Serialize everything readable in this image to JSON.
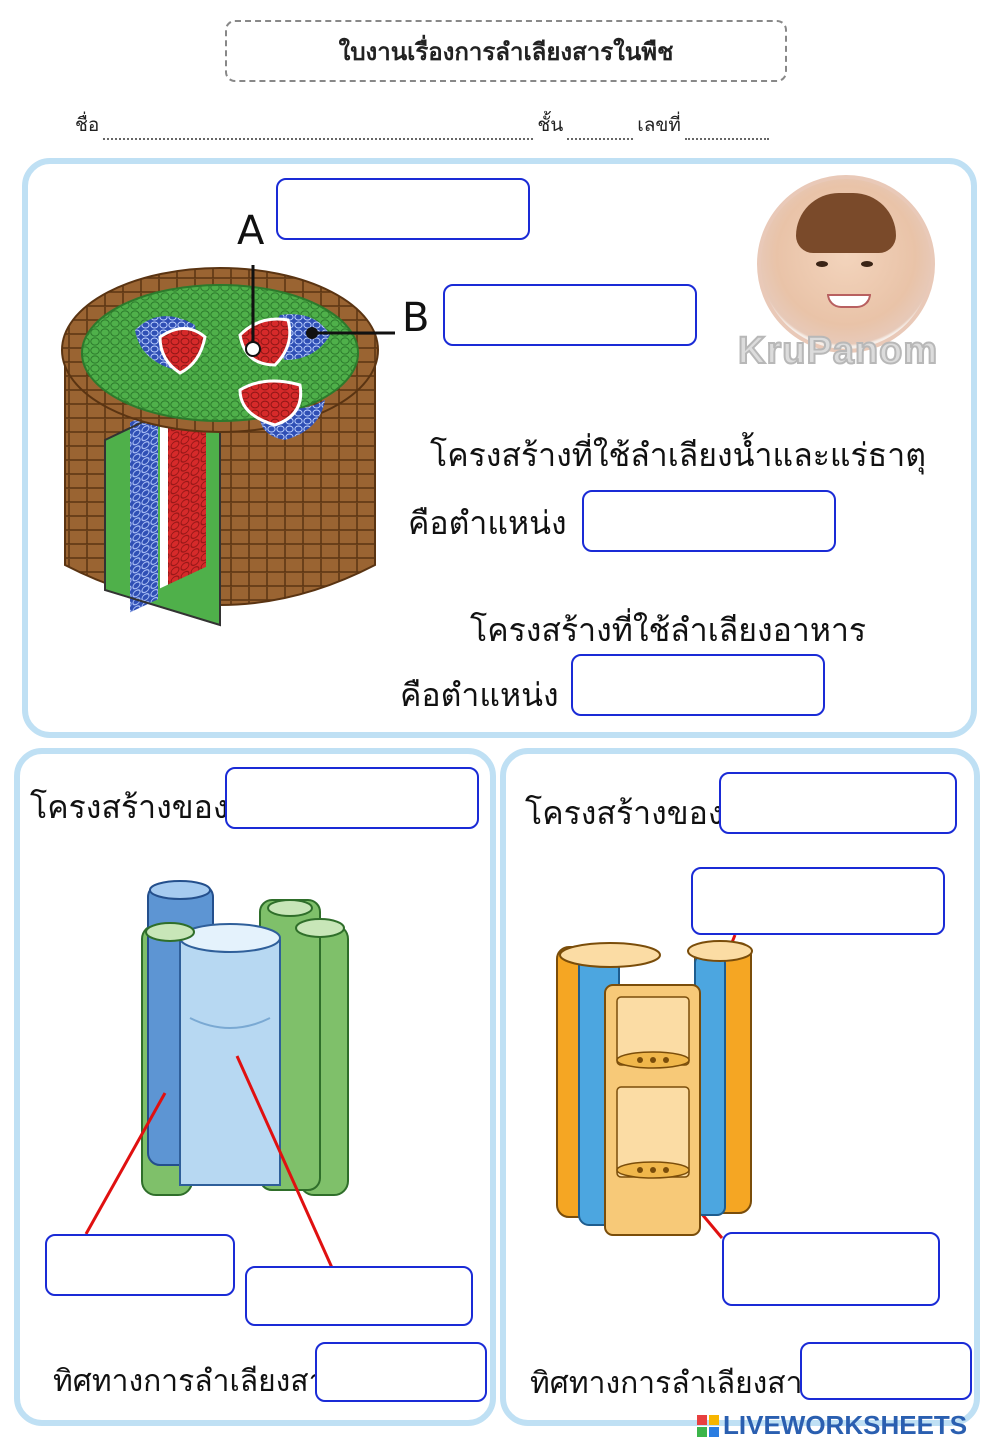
{
  "header": {
    "title": "ใบงานเรื่องการลำเลียงสารในพืช",
    "name_label": "ชื่อ",
    "class_label": "ชั้น",
    "number_label": "เลขที่"
  },
  "stem_panel": {
    "label_a": "A",
    "label_b": "B",
    "water_question_line1": "โครงสร้างที่ใช้ลำเลียงน้ำและแร่ธาตุ",
    "water_question_line2": "คือตำแหน่ง",
    "food_question_line1": "โครงสร้างที่ใช้ลำเลียงอาหาร",
    "food_question_line2": "คือตำแหน่ง",
    "logo_text": "KruPanom"
  },
  "xylem_panel": {
    "structure_label": "โครงสร้างของ",
    "direction_label": "ทิศทางการลำเลียงสาร"
  },
  "phloem_panel": {
    "structure_label": "โครงสร้างของ",
    "direction_label": "ทิศทางการลำเลียงสาร"
  },
  "footer": {
    "brand": "LIVEWORKSHEETS"
  },
  "colors": {
    "panel_border": "#bfe0f4",
    "answer_box_border": "#1a2bd6",
    "pointer_line": "#e01010",
    "xylem": "#d62a2a",
    "phloem": "#2f4fb5",
    "cortex": "#3aa84a",
    "bark": "#8b5a2b"
  }
}
